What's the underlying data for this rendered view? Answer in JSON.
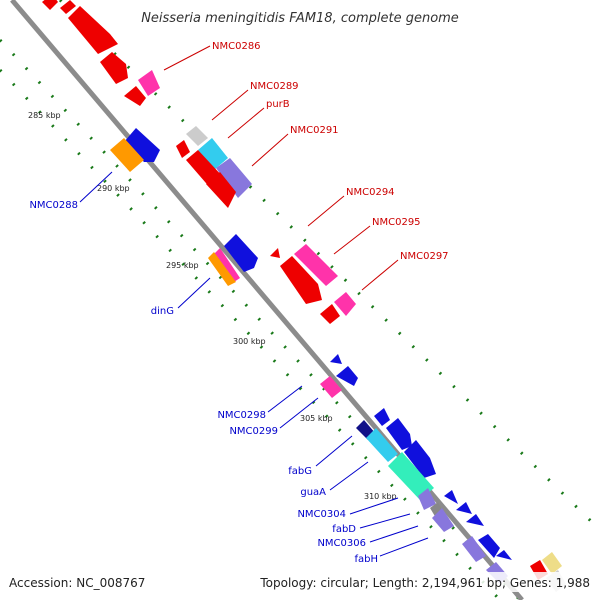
{
  "title": "Neisseria meningitidis FAM18, complete genome",
  "footer": {
    "accession": "Accession: NC_008767",
    "summary": "Topology: circular; Length: 2,194,961 bp; Genes: 1,988"
  },
  "colors": {
    "backbone": "#8c8c8c",
    "tick_dots": "#1a7a1a",
    "forward_label": "#cc0000",
    "reverse_label": "#0000cc",
    "red": "#ee0000",
    "blue": "#1010dd",
    "orange": "#ff9900",
    "pink": "#ff33aa",
    "cyan": "#33ccee",
    "purple": "#8877dd",
    "grey": "#cccccc",
    "green": "#33eebb",
    "yellow": "#eedd88",
    "navy": "#111188"
  },
  "kbp_marks": [
    "285 kbp",
    "290 kbp",
    "295 kbp",
    "300 kbp",
    "305 kbp",
    "310 kbp"
  ],
  "forward_labels": [
    "NMC0286",
    "NMC0289",
    "purB",
    "NMC0291",
    "NMC0294",
    "NMC0295",
    "NMC0297"
  ],
  "reverse_labels": [
    "NMC0288",
    "dinG",
    "NMC0298",
    "NMC0299",
    "fabG",
    "guaA",
    "NMC0304",
    "fabD",
    "NMC0306",
    "fabH"
  ]
}
